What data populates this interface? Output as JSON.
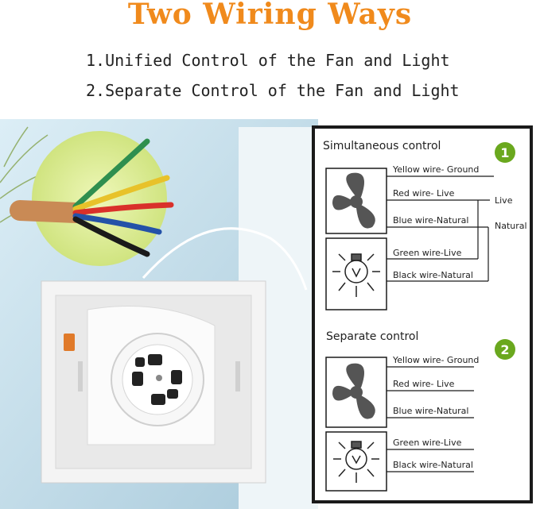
{
  "heading": "Two Wiring Ways",
  "options": [
    "1.Unified Control of the Fan and Light",
    "2.Separate Control of the Fan and Light"
  ],
  "diagram": {
    "simultaneous": {
      "title": "Simultaneous control",
      "number": "1",
      "fan_wires": [
        "Yellow wire- Ground",
        "Red wire- Live",
        "Blue wire-Natural"
      ],
      "light_wires": [
        "Green wire-Live",
        "Black wire-Natural"
      ],
      "join_live": "Live",
      "join_natural": "Natural"
    },
    "separate": {
      "title": "Separate control",
      "number": "2",
      "fan_wires": [
        "Yellow wire- Ground",
        "Red wire- Live",
        "Blue wire-Natural"
      ],
      "light_wires": [
        "Green wire-Live",
        "Black wire-Natural"
      ]
    }
  },
  "colors": {
    "heading": "#f08a1c",
    "badge": "#6aa81e",
    "wire_yellow": "#e8c22a",
    "wire_red": "#d9302a",
    "wire_blue": "#2452a8",
    "wire_black": "#1a1a1a",
    "wire_green": "#2f8f4f"
  }
}
